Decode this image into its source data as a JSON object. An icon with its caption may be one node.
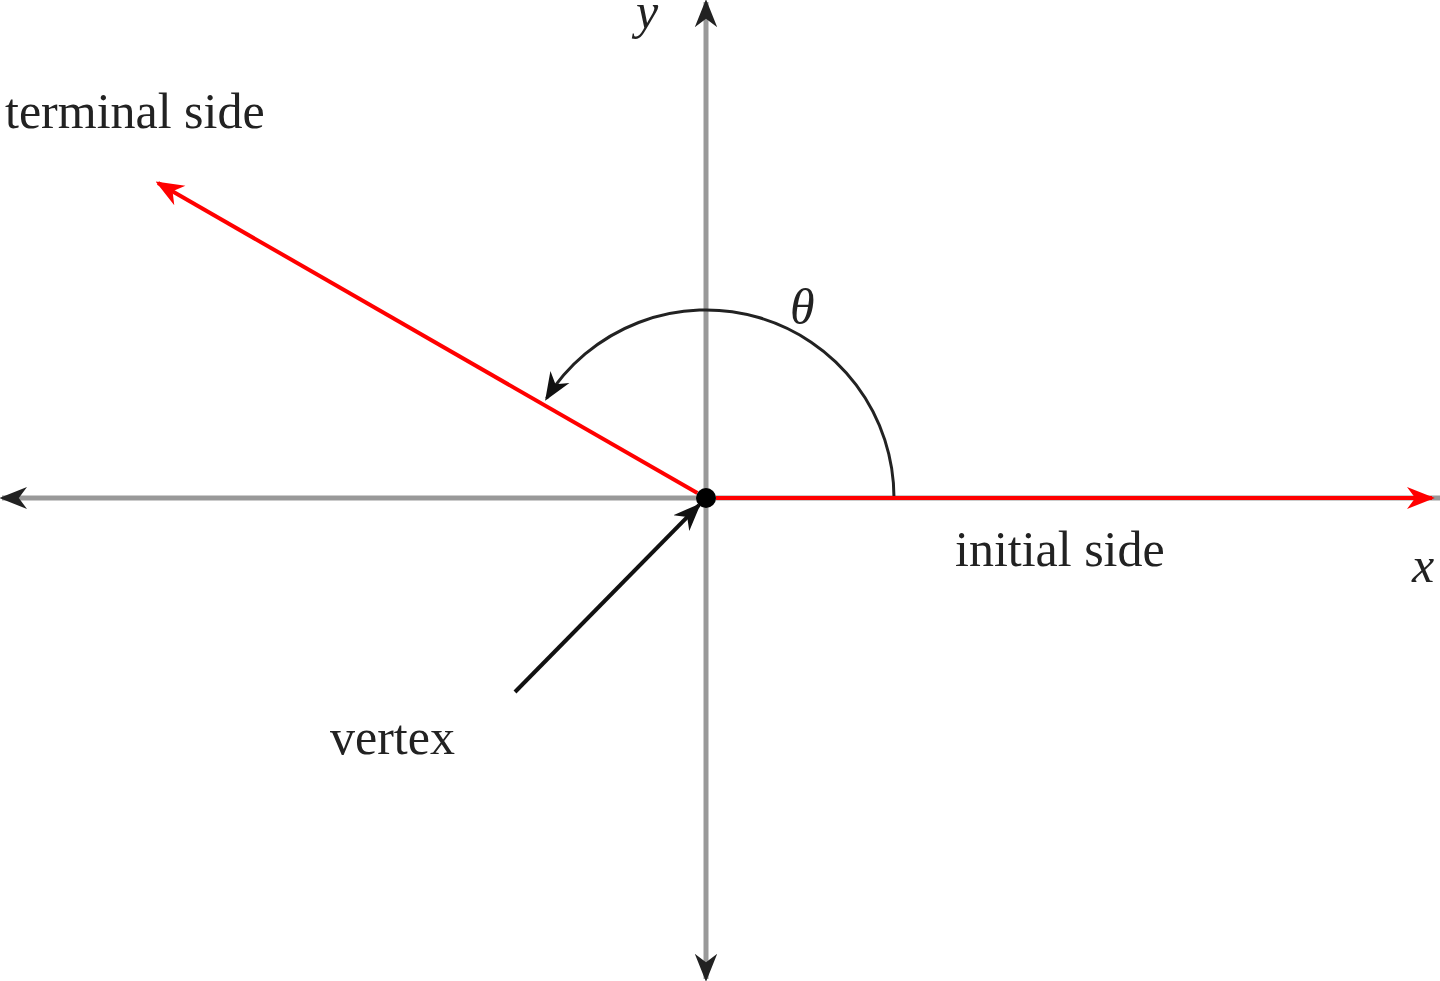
{
  "diagram": {
    "nodes": [
      {
        "text": [],
        "shape": "circle"
      },
      {
        "text": [
          "vertex"
        ]
      }
    ],
    "edges": [
      {
        "from": 1,
        "to": 0,
        "arrow": "to",
        "color": "#111111"
      },
      {
        "from": 0,
        "to": null,
        "arrow": "to"
      },
      {
        "from": 0,
        "to": null,
        "arrow": "to"
      }
    ],
    "labels": [
      "y",
      "terminal side",
      "θ",
      "initial side",
      "x"
    ]
  }
}
